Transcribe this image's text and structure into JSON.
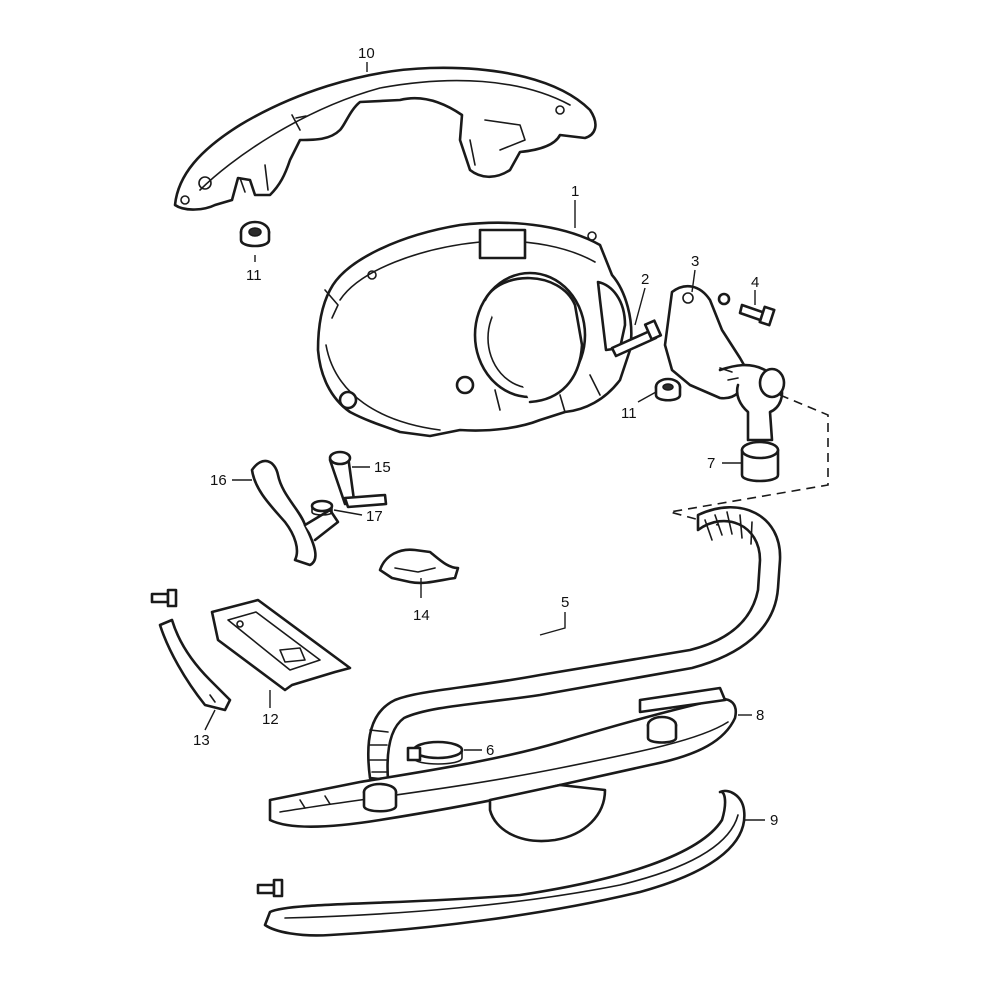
{
  "callouts": {
    "p1": "1",
    "p2": "2",
    "p3": "3",
    "p4": "4",
    "p5": "5",
    "p6": "6",
    "p7": "7",
    "p8": "8",
    "p9": "9",
    "p10": "10",
    "p11a": "11",
    "p11b": "11",
    "p12": "12",
    "p13": "13",
    "p14": "14",
    "p15": "15",
    "p16": "16",
    "p17": "17"
  }
}
